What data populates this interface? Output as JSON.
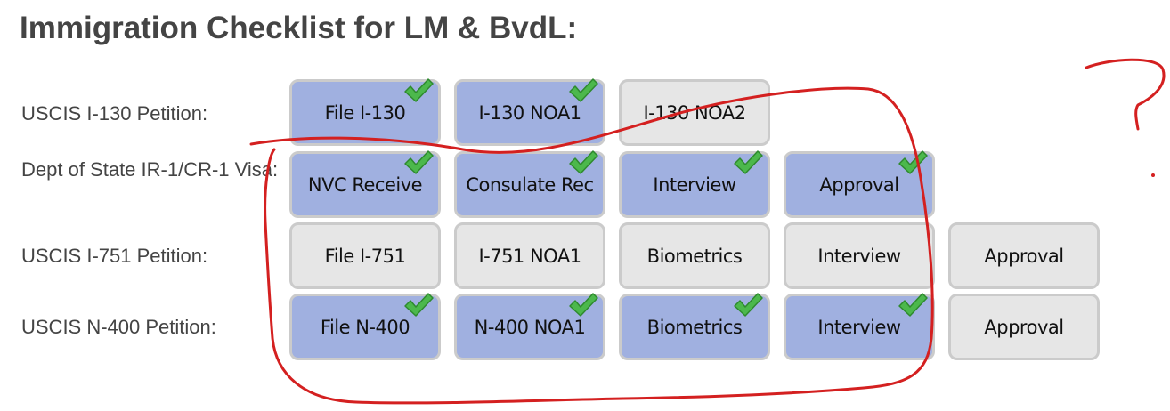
{
  "title": "Immigration Checklist for LM & BvdL:",
  "rows": [
    {
      "label": "USCIS I-130 Petition:",
      "steps": [
        {
          "label": "File I-130",
          "done": true
        },
        {
          "label": "I-130 NOA1",
          "done": true
        },
        {
          "label": "I-130 NOA2",
          "done": false
        }
      ]
    },
    {
      "label": "Dept of State IR-1/CR-1 Visa:",
      "steps": [
        {
          "label": "NVC Receive",
          "done": true
        },
        {
          "label": "Consulate Rec",
          "done": true
        },
        {
          "label": "Interview",
          "done": true
        },
        {
          "label": "Approval",
          "done": true
        }
      ]
    },
    {
      "label": "USCIS I-751 Petition:",
      "steps": [
        {
          "label": "File I-751",
          "done": false
        },
        {
          "label": "I-751 NOA1",
          "done": false
        },
        {
          "label": "Biometrics",
          "done": false
        },
        {
          "label": "Interview",
          "done": false
        },
        {
          "label": "Approval",
          "done": false
        }
      ]
    },
    {
      "label": "USCIS N-400 Petition:",
      "steps": [
        {
          "label": "File N-400",
          "done": true
        },
        {
          "label": "N-400 NOA1",
          "done": true
        },
        {
          "label": "Biometrics",
          "done": true
        },
        {
          "label": "Interview",
          "done": true
        },
        {
          "label": "Approval",
          "done": false
        }
      ]
    }
  ],
  "colors": {
    "done": "#a0b0e0",
    "pending": "#e6e6e6",
    "check": "#4cb84c",
    "annotation": "#d42020"
  },
  "icons": {
    "done_marker": "checkmark-icon",
    "annotation": "red-freehand-circle-and-question-mark"
  }
}
